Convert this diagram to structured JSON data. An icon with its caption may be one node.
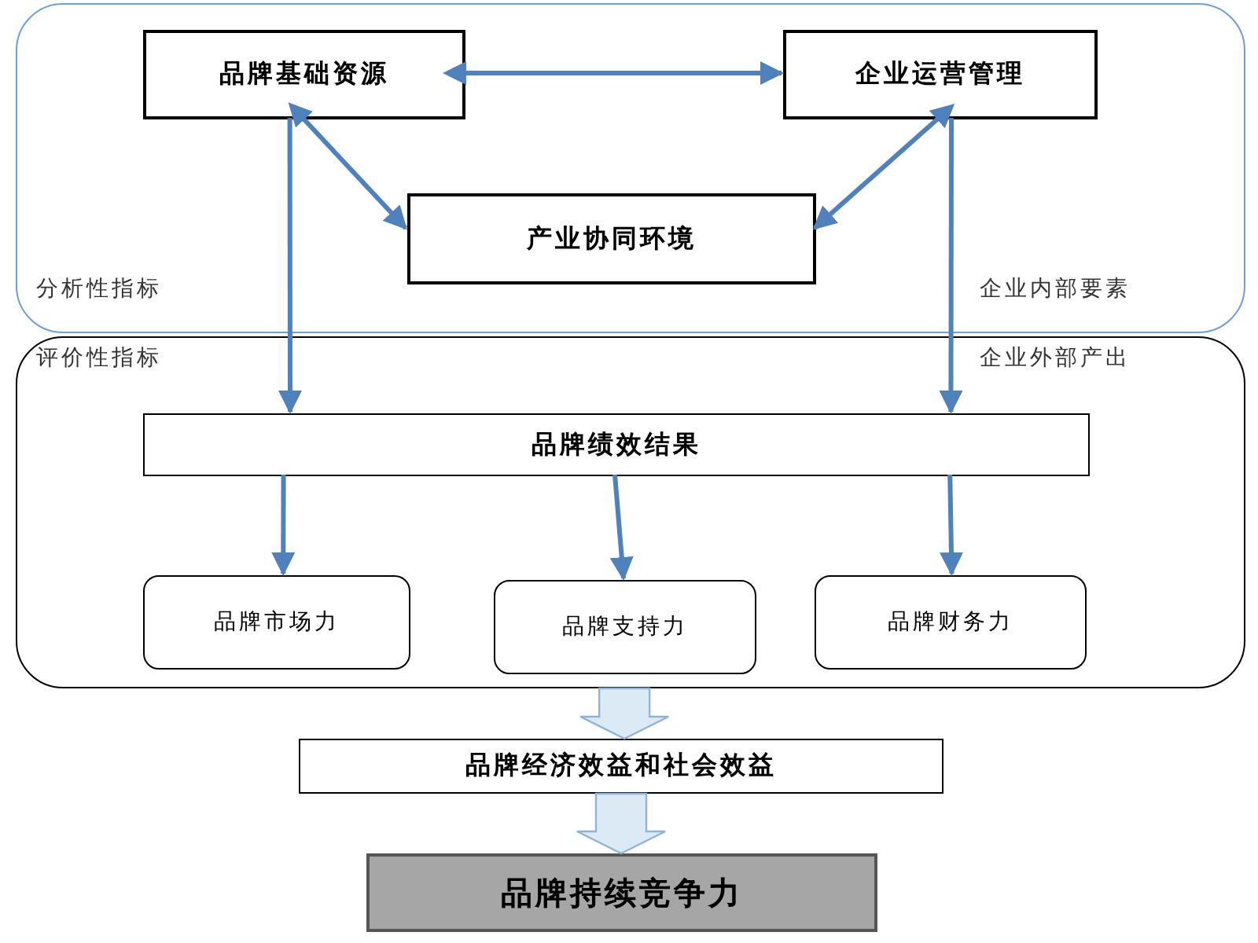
{
  "diagram": {
    "nodes": [
      {
        "text": [
          "分析性指标",
          "企业内部要素"
        ]
      },
      {
        "text": [
          "品牌基础资源"
        ],
        "in": 0
      },
      {
        "text": [
          "企业运营管理"
        ],
        "in": 0
      },
      {
        "text": [
          "产业协同环境"
        ],
        "in": 0
      },
      {
        "text": [
          "评价性指标",
          "企业外部产出"
        ]
      },
      {
        "text": [
          "品牌绩效结果"
        ],
        "in": 4
      },
      {
        "text": [
          "品牌市场力"
        ],
        "in": 4
      },
      {
        "text": [
          "品牌支持力"
        ],
        "in": 4
      },
      {
        "text": [
          "品牌财务力"
        ],
        "in": 4
      },
      {
        "text": [
          "品牌经济效益和社会效益"
        ]
      },
      {
        "text": [
          "品牌持续竞争力"
        ]
      }
    ],
    "edges": [
      {
        "from": 1,
        "to": 2,
        "arrow": "both"
      },
      {
        "from": 1,
        "to": 3,
        "arrow": "both"
      },
      {
        "from": 2,
        "to": 3,
        "arrow": "both"
      },
      {
        "from": 1,
        "to": 5,
        "arrow": "to"
      },
      {
        "from": 2,
        "to": 5,
        "arrow": "to"
      },
      {
        "from": 5,
        "to": 6,
        "arrow": "to"
      },
      {
        "from": 5,
        "to": 7,
        "arrow": "to"
      },
      {
        "from": 5,
        "to": 8,
        "arrow": "to"
      },
      {
        "from": 4,
        "to": 9,
        "arrow": "to",
        "style": "thick"
      },
      {
        "from": 9,
        "to": 10,
        "arrow": "to",
        "style": "thick"
      }
    ]
  }
}
